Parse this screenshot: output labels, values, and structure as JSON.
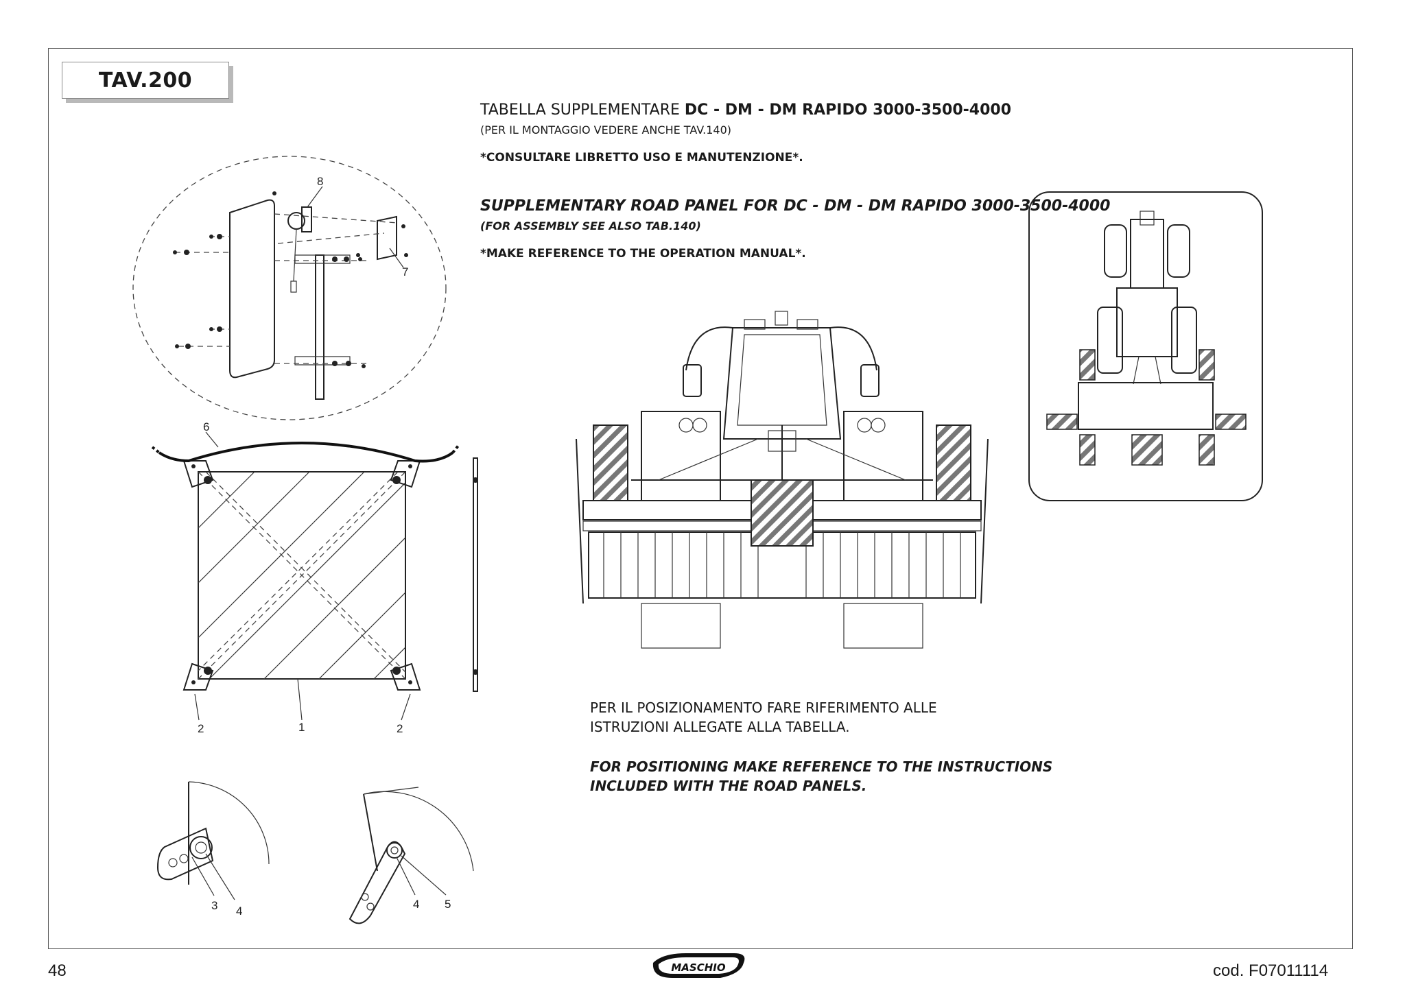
{
  "table_tag": "TAV.200",
  "header": {
    "it_prefix": "TABELLA SUPPLEMENTARE ",
    "it_models": "DC - DM - DM RAPIDO 3000-3500-4000",
    "it_assembly": "(PER IL MONTAGGIO VEDERE ANCHE TAV.140)",
    "it_consult": "*CONSULTARE LIBRETTO USO E MANUTENZIONE*.",
    "en_title": "SUPPLEMENTARY ROAD PANEL FOR DC - DM - DM RAPIDO 3000-3500-4000",
    "en_assembly": "(FOR ASSEMBLY SEE ALSO TAB.140)",
    "en_reference": "*MAKE REFERENCE TO THE OPERATION MANUAL*."
  },
  "instructions": {
    "it_line1": "PER IL POSIZIONAMENTO FARE RIFERIMENTO ALLE",
    "it_line2": "ISTRUZIONI ALLEGATE ALLA TABELLA.",
    "en_line1": "FOR POSITIONING MAKE REFERENCE TO THE INSTRUCTIONS",
    "en_line2": "INCLUDED WITH THE ROAD PANELS."
  },
  "callouts": {
    "c8": "8",
    "c7": "7",
    "c6": "6",
    "c2a": "2",
    "c1": "1",
    "c2b": "2",
    "c3": "3",
    "c4a": "4",
    "c4b": "4",
    "c5": "5"
  },
  "footer": {
    "page_number": "48",
    "brand": "MASCHIO",
    "code": "cod.  F07011114"
  }
}
